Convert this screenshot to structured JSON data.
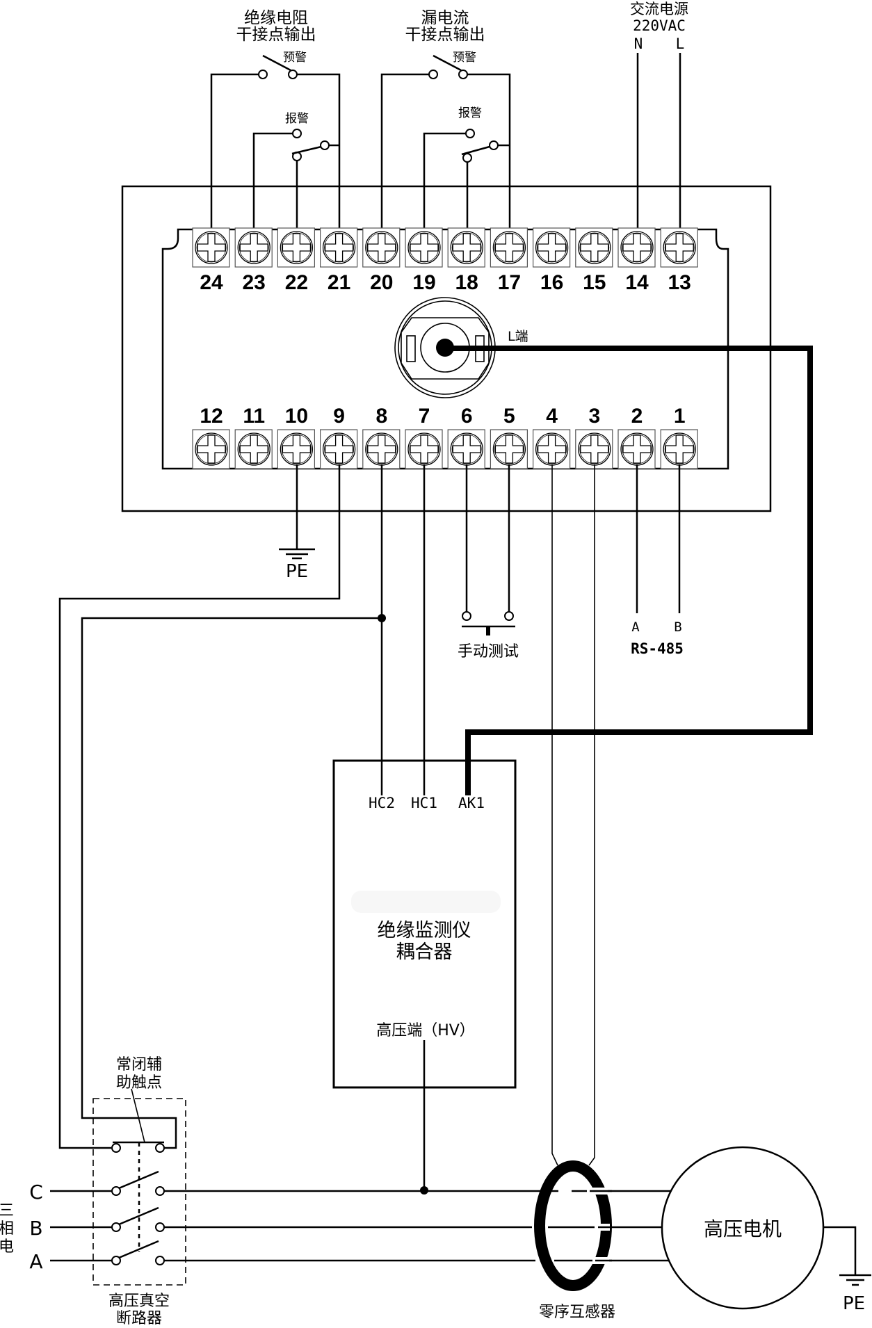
{
  "top_labels": {
    "insulation_resistance_output": [
      "绝缘电阻",
      "干接点输出"
    ],
    "leakage_current_output": [
      "漏电流",
      "干接点输出"
    ],
    "ac_power": [
      "交流电源",
      "220VAC"
    ],
    "ac_power_n": "N",
    "ac_power_l": "L",
    "prewarning": "预警",
    "alarm": "报警"
  },
  "terminals": {
    "top_row": [
      "24",
      "23",
      "22",
      "21",
      "20",
      "19",
      "18",
      "17",
      "16",
      "15",
      "14",
      "13"
    ],
    "bottom_row": [
      "12",
      "11",
      "10",
      "9",
      "8",
      "7",
      "6",
      "5",
      "4",
      "3",
      "2",
      "1"
    ]
  },
  "l_terminal": "L端",
  "ground_label": "PE",
  "manual_test": "手动测试",
  "rs485": {
    "a": "A",
    "b": "B",
    "label": "RS-485"
  },
  "coupler": {
    "pins": [
      "HC2",
      "HC1",
      "AK1"
    ],
    "title": [
      "绝缘监测仪",
      "耦合器"
    ],
    "hv_label": "高压端（HV）"
  },
  "breaker": {
    "aux_contact": [
      "常闭辅",
      "助触点"
    ],
    "title": [
      "高压真空",
      "断路器"
    ]
  },
  "phases": {
    "label": [
      "三",
      "相",
      "电"
    ],
    "c": "C",
    "b": "B",
    "a": "A"
  },
  "ct_label": "零序互感器",
  "motor_label": "高压电机",
  "motor_ground": "PE"
}
